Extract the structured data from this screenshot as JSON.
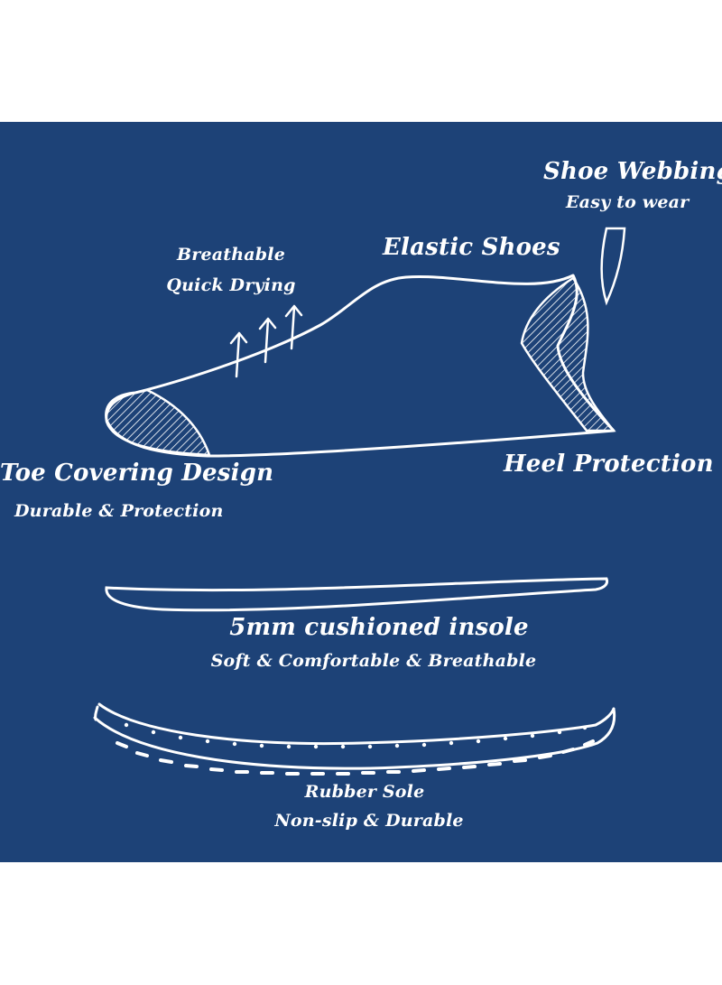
{
  "colors": {
    "panel_bg": "#1d4277",
    "line": "#ffffff",
    "page_bg": "#ffffff"
  },
  "labels": {
    "shoe_webbing": {
      "title": "Shoe Webbing",
      "subtitle": "Easy to wear"
    },
    "elastic": {
      "title": "Elastic Shoes"
    },
    "breathable": {
      "line1": "Breathable",
      "line2": "Quick Drying"
    },
    "toe": {
      "title": "Toe Covering Design",
      "subtitle": "Durable & Protection"
    },
    "heel": {
      "title": "Heel Protection"
    },
    "insole": {
      "title": "5mm cushioned insole",
      "subtitle": "Soft & Comfortable & Breathable"
    },
    "sole": {
      "title": "Rubber Sole",
      "subtitle": "Non-slip & Durable"
    }
  }
}
